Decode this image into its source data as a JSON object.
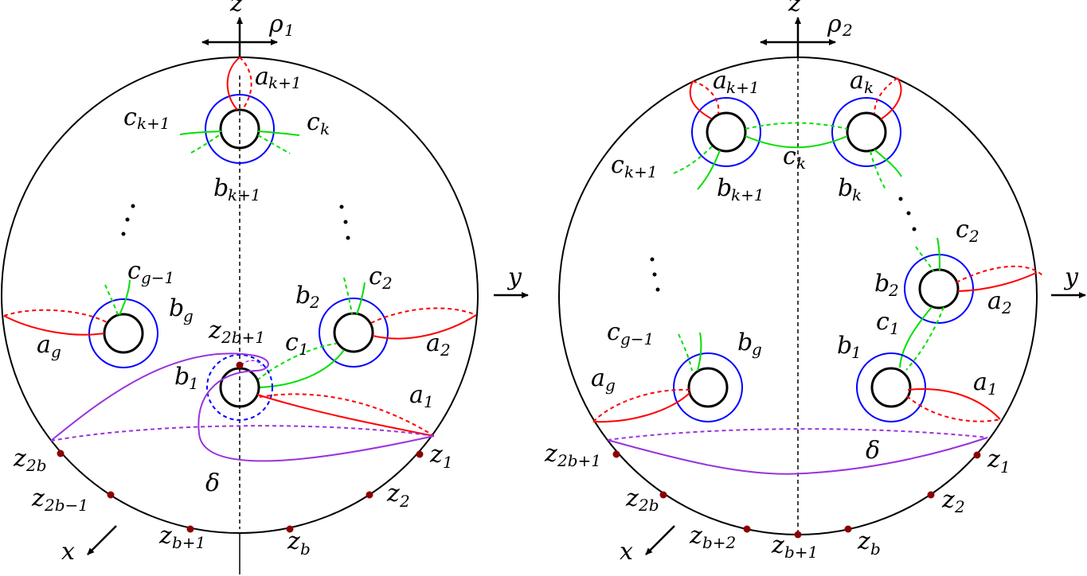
{
  "colors": {
    "a_curve": "#ff0000",
    "b_curve": "#0000ff",
    "c_curve": "#00e000",
    "delta": "#9933dd",
    "point": "#8b0000",
    "ink": "#000000"
  },
  "left_panel": {
    "rotation": {
      "base": "ρ",
      "sub": "1"
    },
    "axes": {
      "z": "z",
      "y": "y",
      "x": "x"
    },
    "curves": {
      "a_k1": {
        "base": "a",
        "sub": "k+1"
      },
      "c_k1": {
        "base": "c",
        "sub": "k+1"
      },
      "c_k": {
        "base": "c",
        "sub": "k"
      },
      "b_k1": {
        "base": "b",
        "sub": "k+1"
      },
      "c_g1": {
        "base": "c",
        "sub": "g−1"
      },
      "b_g": {
        "base": "b",
        "sub": "g"
      },
      "a_g": {
        "base": "a",
        "sub": "g"
      },
      "b_2": {
        "base": "b",
        "sub": "2"
      },
      "c_2": {
        "base": "c",
        "sub": "2"
      },
      "a_2": {
        "base": "a",
        "sub": "2"
      },
      "c_1": {
        "base": "c",
        "sub": "1"
      },
      "b_1": {
        "base": "b",
        "sub": "1"
      },
      "a_1": {
        "base": "a",
        "sub": "1"
      },
      "delta": {
        "base": "δ",
        "sub": ""
      }
    },
    "points": {
      "z2b1": {
        "base": "z",
        "sub": "2b+1"
      },
      "z2b": {
        "base": "z",
        "sub": "2b"
      },
      "z2bm1": {
        "base": "z",
        "sub": "2b−1"
      },
      "zb1": {
        "base": "z",
        "sub": "b+1"
      },
      "zb": {
        "base": "z",
        "sub": "b"
      },
      "z2": {
        "base": "z",
        "sub": "2"
      },
      "z1": {
        "base": "z",
        "sub": "1"
      }
    }
  },
  "right_panel": {
    "rotation": {
      "base": "ρ",
      "sub": "2"
    },
    "axes": {
      "z": "z",
      "y": "y",
      "x": "x"
    },
    "curves": {
      "a_k1": {
        "base": "a",
        "sub": "k+1"
      },
      "a_k": {
        "base": "a",
        "sub": "k"
      },
      "c_k1": {
        "base": "c",
        "sub": "k+1"
      },
      "c_k": {
        "base": "c",
        "sub": "k"
      },
      "b_k1": {
        "base": "b",
        "sub": "k+1"
      },
      "b_k": {
        "base": "b",
        "sub": "k"
      },
      "c_2": {
        "base": "c",
        "sub": "2"
      },
      "b_2": {
        "base": "b",
        "sub": "2"
      },
      "a_2": {
        "base": "a",
        "sub": "2"
      },
      "c_1": {
        "base": "c",
        "sub": "1"
      },
      "b_1": {
        "base": "b",
        "sub": "1"
      },
      "a_1": {
        "base": "a",
        "sub": "1"
      },
      "c_g1": {
        "base": "c",
        "sub": "g−1"
      },
      "b_g": {
        "base": "b",
        "sub": "g"
      },
      "a_g": {
        "base": "a",
        "sub": "g"
      },
      "delta": {
        "base": "δ",
        "sub": ""
      }
    },
    "points": {
      "z2b1": {
        "base": "z",
        "sub": "2b+1"
      },
      "z2b": {
        "base": "z",
        "sub": "2b"
      },
      "zb2": {
        "base": "z",
        "sub": "b+2"
      },
      "zb1": {
        "base": "z",
        "sub": "b+1"
      },
      "zb": {
        "base": "z",
        "sub": "b"
      },
      "z2": {
        "base": "z",
        "sub": "2"
      },
      "z1": {
        "base": "z",
        "sub": "1"
      }
    }
  }
}
